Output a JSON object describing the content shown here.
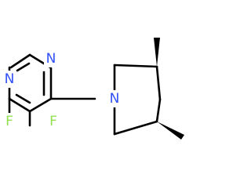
{
  "molecule": {
    "atoms": [
      {
        "id": "n-ring-top",
        "symbol": "N",
        "color": "#3050F8"
      },
      {
        "id": "n-ring-left",
        "symbol": "N",
        "color": "#3050F8"
      },
      {
        "id": "n-piperidine",
        "symbol": "N",
        "color": "#3050F8"
      },
      {
        "id": "f-left",
        "symbol": "F",
        "color": "#90E050"
      },
      {
        "id": "f-right",
        "symbol": "F",
        "color": "#90E050"
      }
    ],
    "bond_color": "#000000"
  }
}
